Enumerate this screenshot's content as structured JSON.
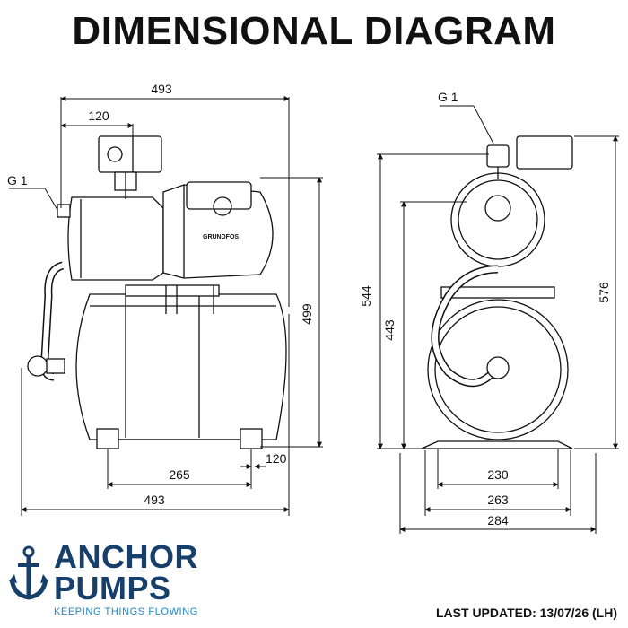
{
  "title": "DIMENSIONAL DIAGRAM",
  "dimensions": {
    "front_top_width": "493",
    "front_top_120": "120",
    "front_g1": "G 1",
    "front_height_499": "499",
    "front_bottom_265": "265",
    "front_bottom_120": "120",
    "front_bottom_width": "493",
    "side_g1": "G 1",
    "side_height_544": "544",
    "side_height_443": "443",
    "side_height_576": "576",
    "side_base_230": "230",
    "side_base_263": "263",
    "side_base_284": "284"
  },
  "pump_brand_label": "GRUNDFOS",
  "logo": {
    "line1": "ANCHOR",
    "line2": "PUMPS",
    "tagline": "KEEPING THINGS FLOWING",
    "color": "#16406b",
    "accent": "#1e86c8",
    "icon": "anchor-icon"
  },
  "footer": {
    "last_updated": "LAST UPDATED: 13/07/26 (LH)"
  }
}
